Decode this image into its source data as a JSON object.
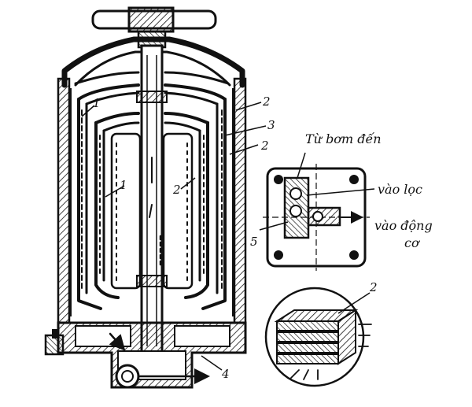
{
  "labels": {
    "l1_top": "1",
    "l1_mid": "1",
    "l2_a": "2",
    "l2_b": "2",
    "l2_c": "2",
    "l2_detail": "2",
    "l3": "3",
    "l4": "4",
    "l5": "5"
  },
  "inset": {
    "from_pump": "Từ bơm đến",
    "to_filter": "vào lọc",
    "to_engine_1": "vào động",
    "to_engine_2": "cơ"
  },
  "colors": {
    "ink": "#111111",
    "paper": "#ffffff"
  }
}
